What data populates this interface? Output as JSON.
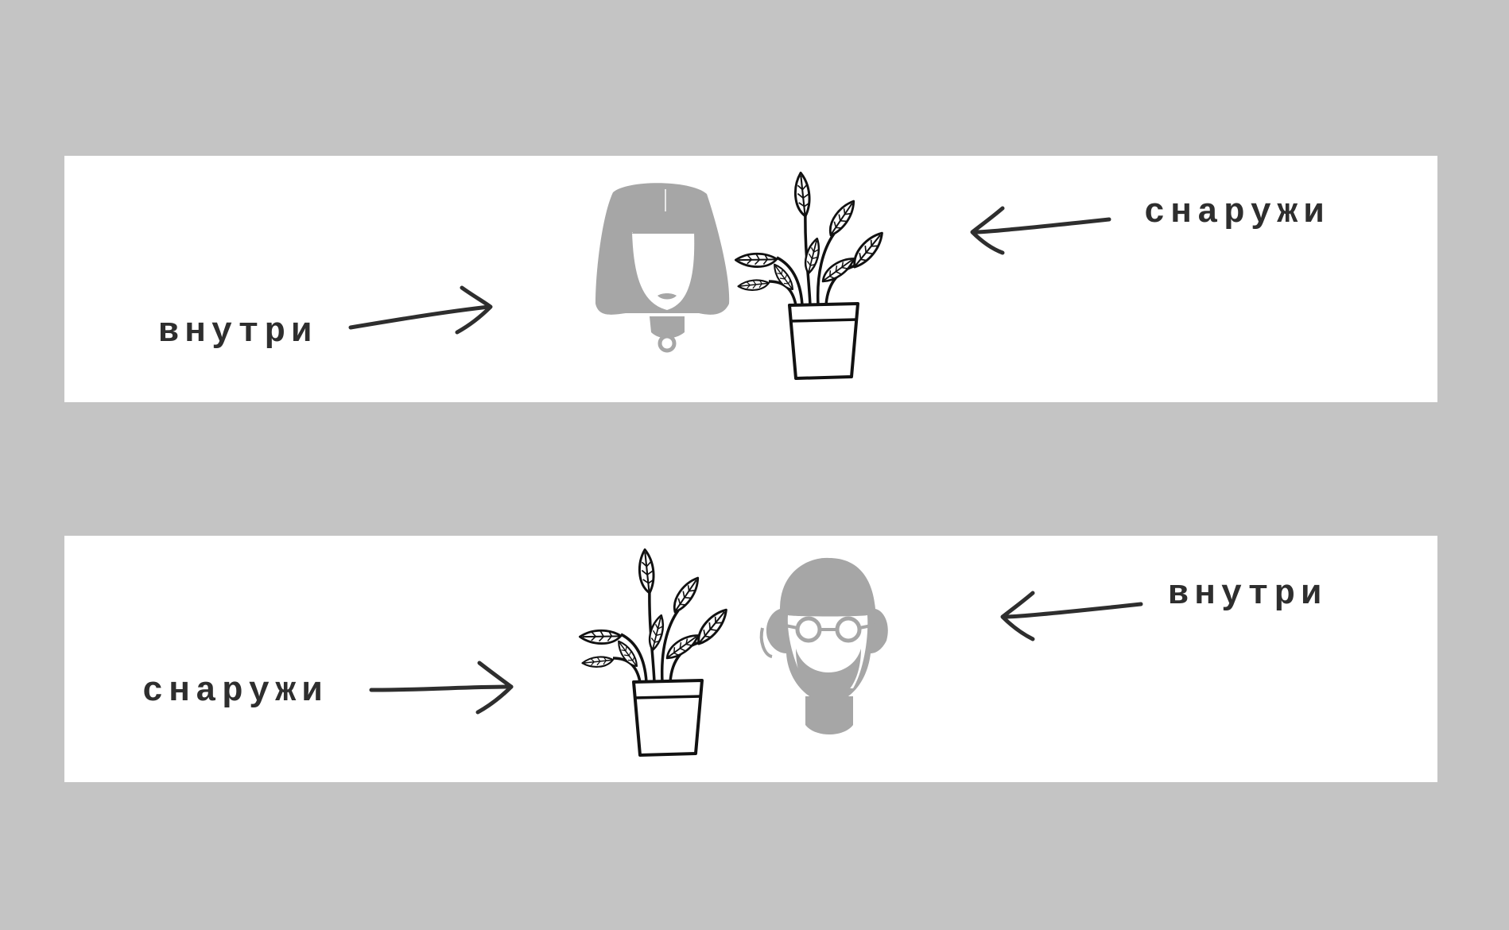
{
  "panels": [
    {
      "id": "top",
      "left_label": "внутри",
      "right_label": "снаружи",
      "figures": [
        "girl-portrait-icon",
        "potted-plant-icon"
      ]
    },
    {
      "id": "bottom",
      "left_label": "снаружи",
      "right_label": "внутри",
      "figures": [
        "potted-plant-icon",
        "bald-man-glasses-icon"
      ]
    }
  ],
  "colors": {
    "background": "#c4c4c4",
    "panel": "#ffffff",
    "ink": "#2e2e2e",
    "figure_gray": "#a6a6a6"
  }
}
